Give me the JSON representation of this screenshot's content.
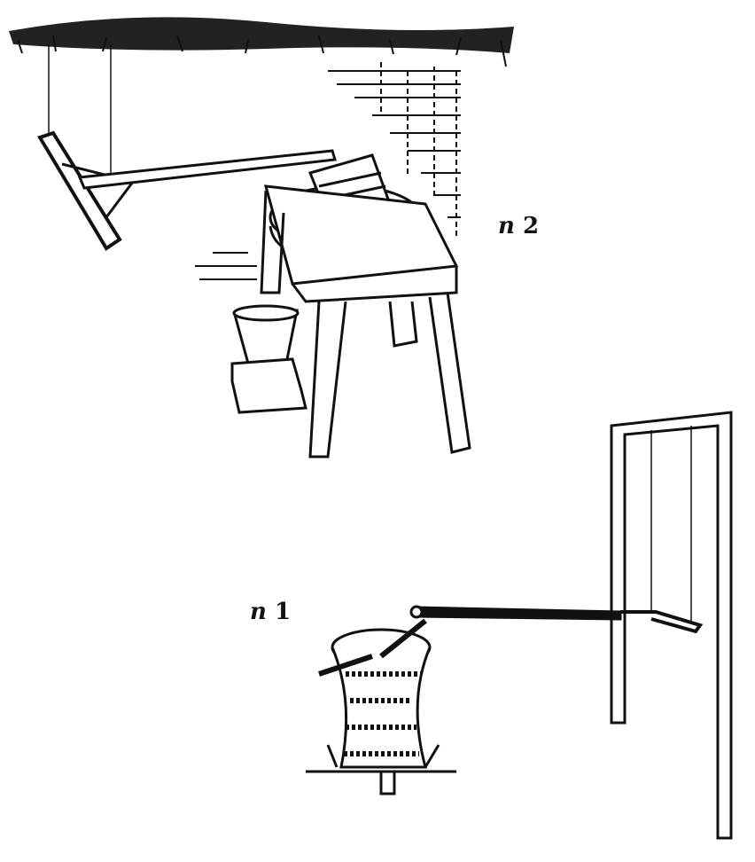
{
  "figures": [
    {
      "id": "fig2",
      "label_prefix": "n",
      "label_number": "2"
    },
    {
      "id": "fig1",
      "label_prefix": "n",
      "label_number": "1"
    }
  ],
  "colors": {
    "ink": "#111111",
    "paper": "#ffffff"
  }
}
